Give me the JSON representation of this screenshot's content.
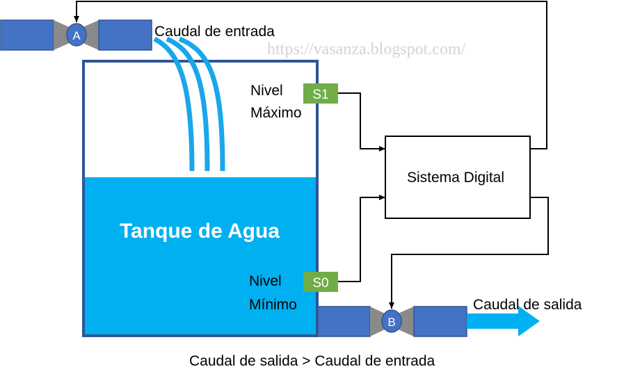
{
  "watermark": "https://vasanza.blogspot.com/",
  "tank": {
    "label": "Tanque de Agua"
  },
  "inlet": {
    "label": "Caudal de entrada",
    "valve": "A"
  },
  "outlet": {
    "label": "Caudal de salida",
    "valve": "B"
  },
  "sensors": {
    "high": {
      "id": "S1",
      "line1": "Nivel",
      "line2": "Máximo"
    },
    "low": {
      "id": "S0",
      "line1": "Nivel",
      "line2": "Mínimo"
    }
  },
  "controller": {
    "label": "Sistema Digital"
  },
  "caption": "Caudal de salida > Caudal de entrada",
  "colors": {
    "water": "#00b0f0",
    "pipe": "#4472c4",
    "valve_body": "#8a8a8a",
    "sensor": "#70ad47",
    "stream": "#1aa6ea"
  }
}
